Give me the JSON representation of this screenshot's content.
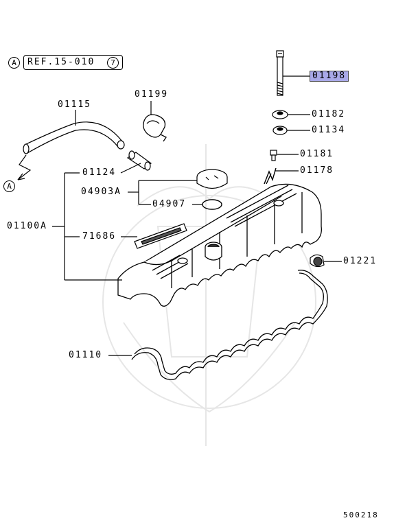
{
  "reference": {
    "circle_letter": "A",
    "ref_text": "REF.15-010",
    "ref_circle_number": "7"
  },
  "return_marker": "A",
  "part_labels": {
    "p01198": "01198",
    "p01182": "01182",
    "p01134": "01134",
    "p01181": "01181",
    "p01178": "01178",
    "p01221": "01221",
    "p01199": "01199",
    "p01115": "01115",
    "p01124": "01124",
    "p04903A": "04903A",
    "p04907": "04907",
    "p01100A": "01100A",
    "p71686": "71686",
    "p01110": "01110"
  },
  "highlighted_part": "01198",
  "figure_code": "500218",
  "colors": {
    "highlight": "#a9a9e8",
    "line": "#000000",
    "watermark": "#e4e4e4"
  }
}
